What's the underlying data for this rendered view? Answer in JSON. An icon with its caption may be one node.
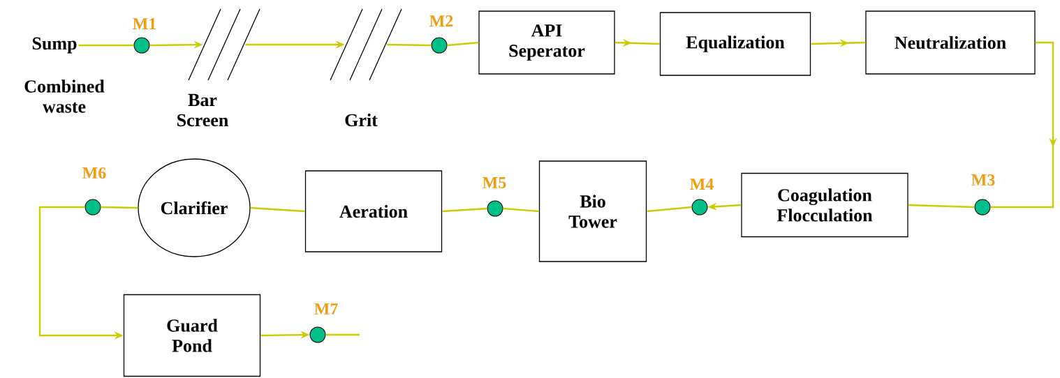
{
  "diagram": {
    "nodes": [
      {
        "text": [
          "Sump"
        ],
        "beside": [
          "Combined waste"
        ]
      },
      {
        "text": [],
        "shape": "circle",
        "beside": [
          "M1"
        ]
      },
      {
        "text": [
          "Bar Screen"
        ]
      },
      {
        "text": [
          "Grit"
        ]
      },
      {
        "text": [],
        "shape": "circle",
        "beside": [
          "M2"
        ]
      },
      {
        "text": [
          "API Seperator"
        ]
      },
      {
        "text": [
          "Equalization"
        ]
      },
      {
        "text": [
          "Neutralization"
        ]
      },
      {
        "text": [],
        "shape": "circle",
        "beside": [
          "M3"
        ]
      },
      {
        "text": [
          "Coagulation Flocculation"
        ]
      },
      {
        "text": [],
        "shape": "circle",
        "beside": [
          "M4"
        ]
      },
      {
        "text": [
          "Bio Tower"
        ]
      },
      {
        "text": [],
        "shape": "circle",
        "beside": [
          "M5"
        ]
      },
      {
        "text": [
          "Aeration"
        ]
      },
      {
        "text": [
          "Clarifier"
        ]
      },
      {
        "text": [],
        "shape": "circle",
        "beside": [
          "M6"
        ]
      },
      {
        "text": [
          "Guard Pond"
        ]
      },
      {
        "text": [],
        "shape": "circle",
        "beside": [
          "M7"
        ]
      }
    ],
    "edges": [
      {
        "from": 0,
        "to": 1,
        "arrow": "none"
      },
      {
        "from": 1,
        "to": 2,
        "arrow": "to"
      },
      {
        "from": 2,
        "to": 3,
        "arrow": "to"
      },
      {
        "from": 3,
        "to": 4,
        "arrow": "none"
      },
      {
        "from": 4,
        "to": 5,
        "arrow": "none"
      },
      {
        "from": 5,
        "to": 6,
        "arrow": "to"
      },
      {
        "from": 6,
        "to": 7,
        "arrow": "to"
      },
      {
        "from": 7,
        "to": 8,
        "arrow": "to"
      },
      {
        "from": 8,
        "to": 9,
        "arrow": "none"
      },
      {
        "from": 9,
        "to": 10,
        "arrow": "to"
      },
      {
        "from": 10,
        "to": 11,
        "arrow": "none"
      },
      {
        "from": 11,
        "to": 12,
        "arrow": "none"
      },
      {
        "from": 12,
        "to": 13,
        "arrow": "none"
      },
      {
        "from": 13,
        "to": 14,
        "arrow": "none"
      },
      {
        "from": 14,
        "to": 15,
        "arrow": "none"
      },
      {
        "from": 15,
        "to": 16,
        "arrow": "to"
      },
      {
        "from": 16,
        "to": 17,
        "arrow": "to"
      },
      {
        "from": 17,
        "to": null,
        "arrow": "none"
      }
    ]
  }
}
